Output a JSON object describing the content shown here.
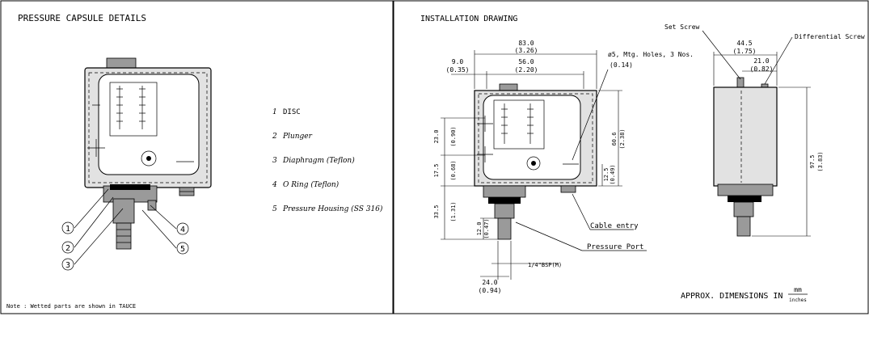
{
  "left_panel": {
    "title": "PRESSURE CAPSULE DETAILS",
    "callouts": [
      "1",
      "2",
      "3",
      "4",
      "5"
    ],
    "parts": [
      {
        "num": "1",
        "label": "DISC"
      },
      {
        "num": "2",
        "label": "Plunger"
      },
      {
        "num": "3",
        "label": "Diaphragm (Teflon)"
      },
      {
        "num": "4",
        "label": "O Ring (Teflon)"
      },
      {
        "num": "5",
        "label": "Pressure Housing (SS 316)"
      }
    ],
    "note": "Note : Wetted parts are shown in TAUCE"
  },
  "right_panel": {
    "title": "INSTALLATION DRAWING",
    "labels": {
      "set_screw": "Set Screw",
      "differential_screw": "Differential Screw",
      "mtg_holes": "ø5, Mtg. Holes, 3 Nos.",
      "mtg_holes_in": "(0.14)",
      "cable_entry": "Cable entry",
      "pressure_port": "Pressure Port",
      "thread": "1/4\"BSP(M)"
    },
    "dimensions": {
      "overall_width": {
        "mm": "83.0",
        "in": "(3.26)"
      },
      "hole_spacing": {
        "mm": "56.0",
        "in": "(2.20)"
      },
      "left_offset": {
        "mm": "9.0",
        "in": "(0.35)"
      },
      "side_depth": {
        "mm": "44.5",
        "in": "(1.75)"
      },
      "screw_offset": {
        "mm": "21.0",
        "in": "(0.82)"
      },
      "upper_vert": {
        "mm": "23.0",
        "in": "(0.90)"
      },
      "lower_vert": {
        "mm": "17.5",
        "in": "(0.68)"
      },
      "body_height": {
        "mm": "60.6",
        "in": "(2.38)"
      },
      "mtg_height": {
        "mm": "12.5",
        "in": "(0.49)"
      },
      "port_height": {
        "mm": "33.5",
        "in": "(1.31)"
      },
      "hex_height": {
        "mm": "12.0",
        "in": "(0.47)"
      },
      "total_height": {
        "mm": "97.5",
        "in": "(3.83)"
      },
      "hex_width": {
        "mm": "24.0",
        "in": "(0.94)"
      }
    },
    "units_note": {
      "prefix": "APPROX. DIMENSIONS IN",
      "num": "mm",
      "den": "inches"
    }
  }
}
